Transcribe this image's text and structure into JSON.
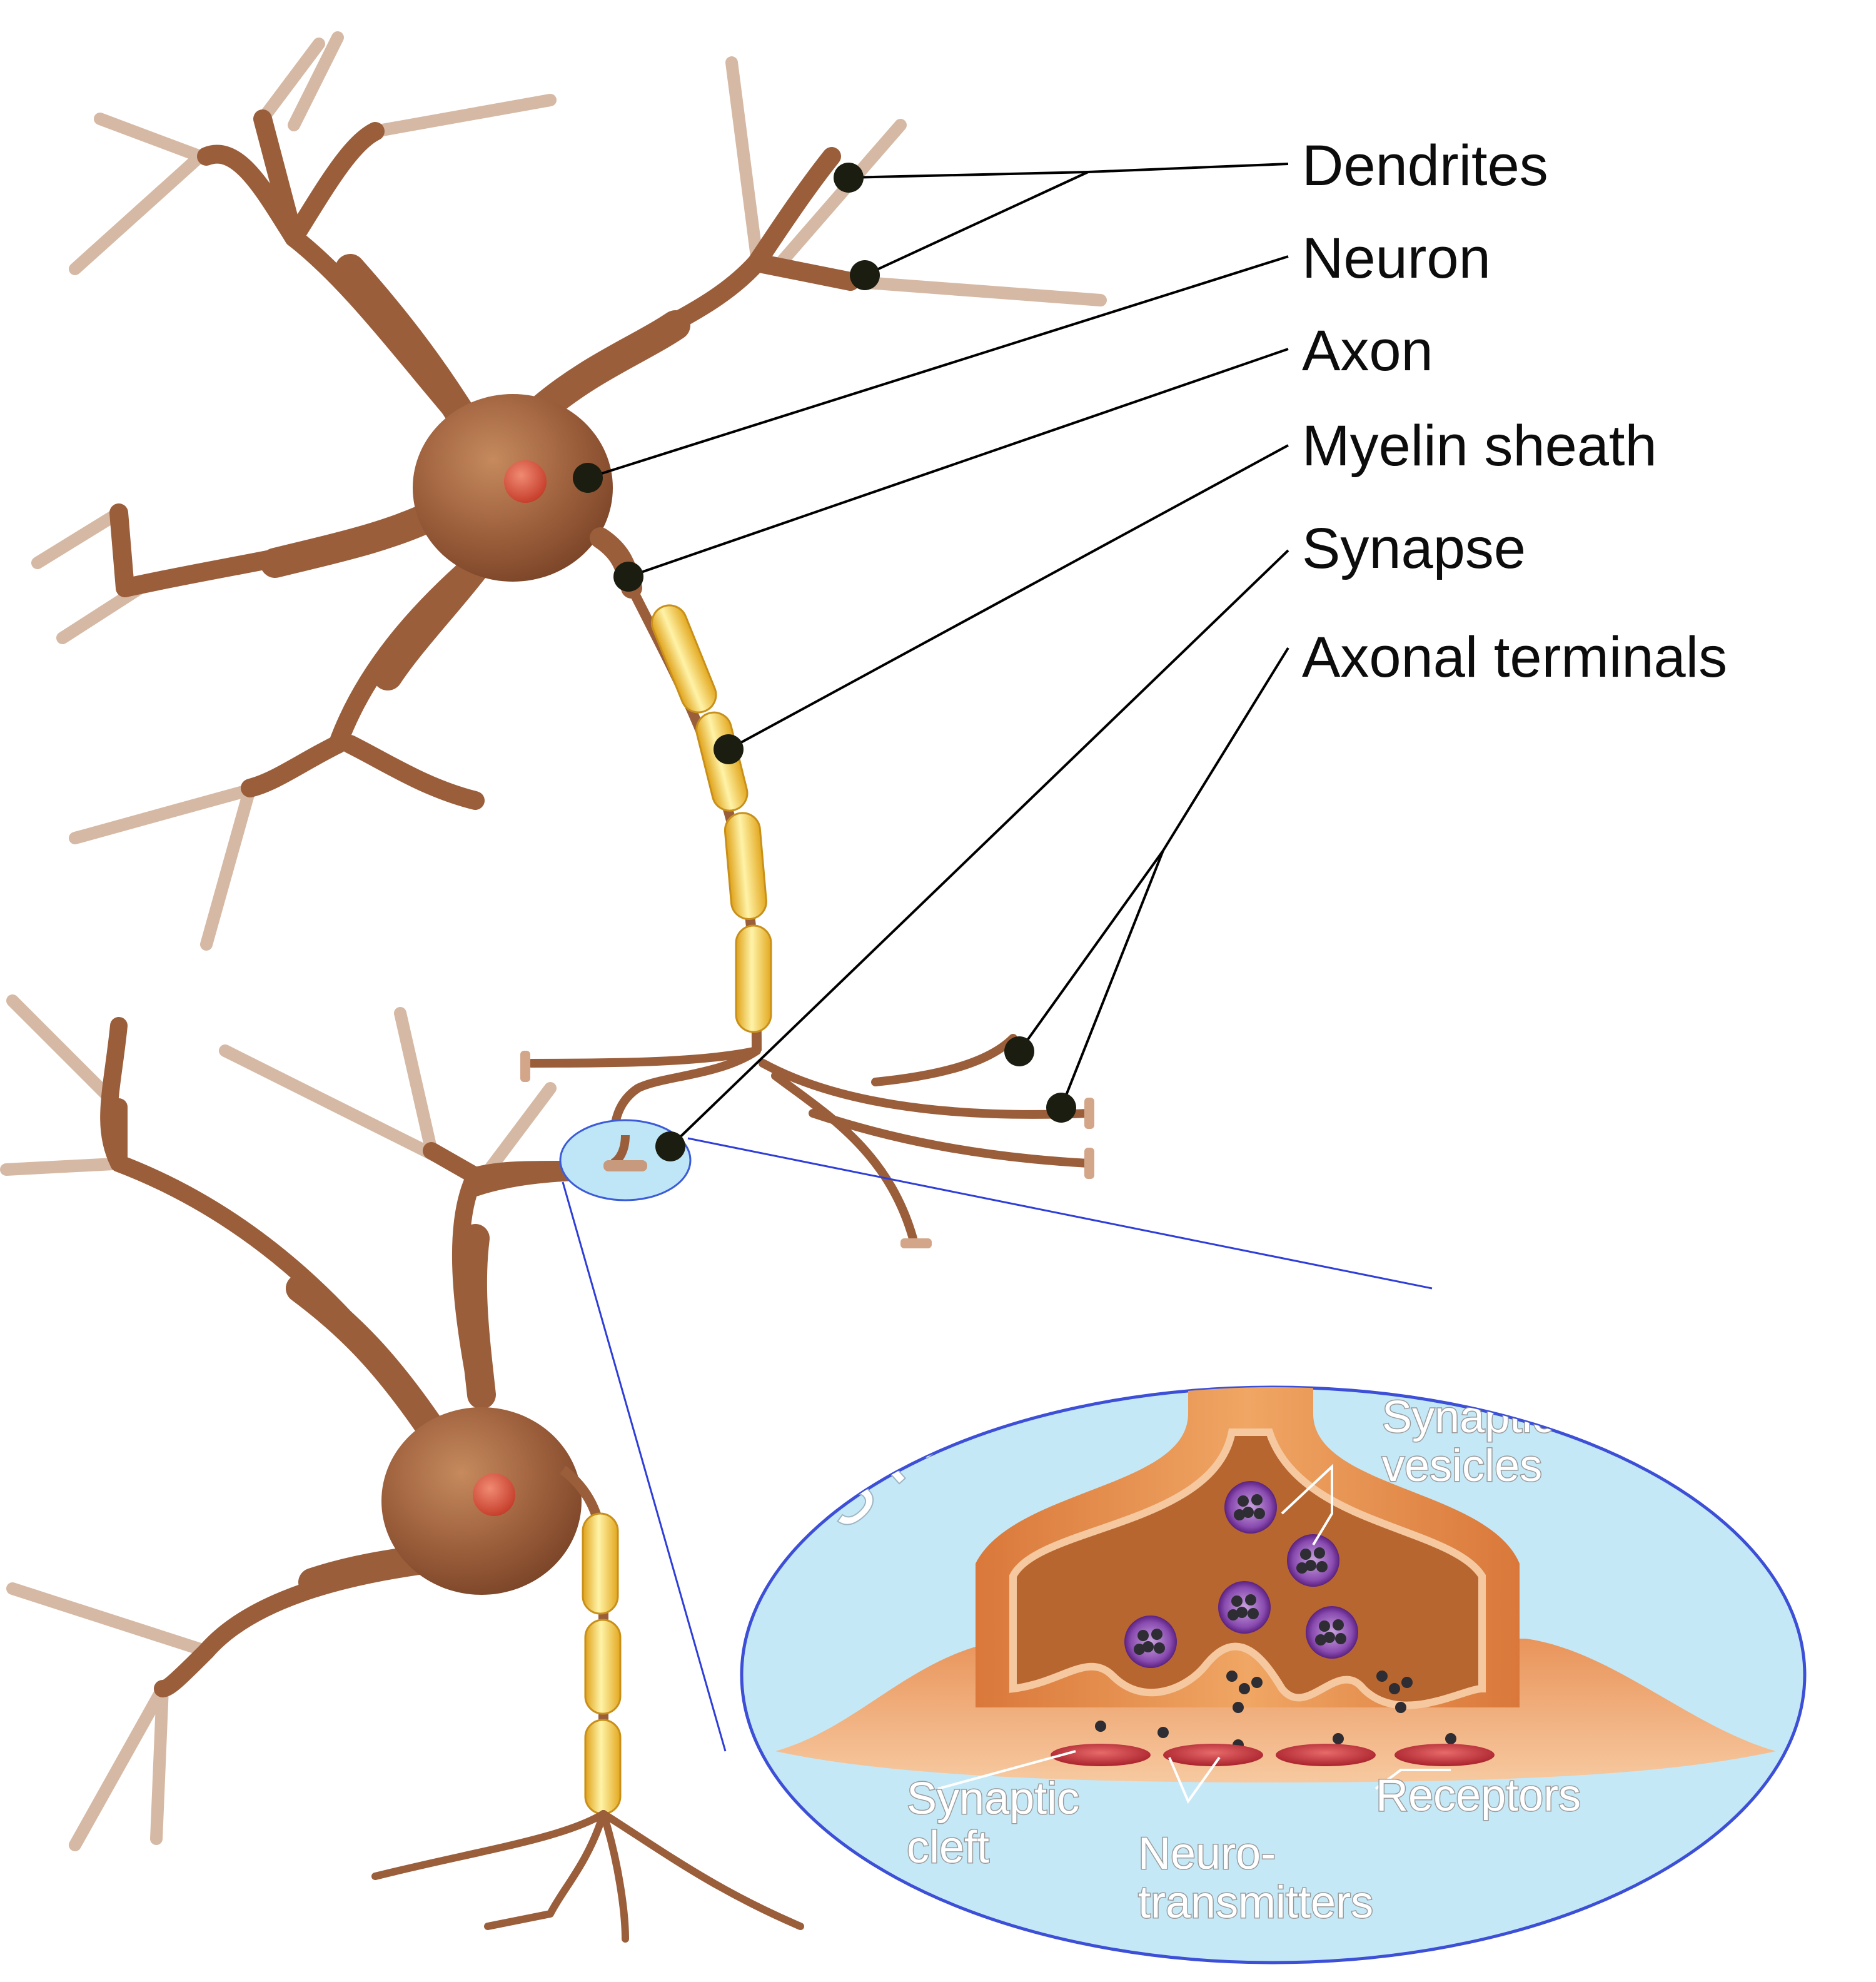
{
  "labels": {
    "dendrites": "Dendrites",
    "neuron": "Neuron",
    "axon": "Axon",
    "myelin_sheath": "Myelin sheath",
    "synapse": "Synapse",
    "axonal_terminals": "Axonal terminals"
  },
  "inset": {
    "title": "SYNAPSE",
    "synaptic_vesicles_line1": "Synaptic",
    "synaptic_vesicles_line2": "vesicles",
    "synaptic_cleft_line1": "Synaptic",
    "synaptic_cleft_line2": "cleft",
    "neurotransmitters_line1": "Neuro-",
    "neurotransmitters_line2": "transmitters",
    "receptors": "Receptors"
  },
  "colors": {
    "neuron_brown": "#9b5e3b",
    "myelin_yellow": "#f5c842",
    "inset_blue": "#c5e6f5",
    "terminal_orange": "#e48b46",
    "receptor_red": "#c7343b",
    "vesicle_purple": "#6a2a8c",
    "nucleus_red": "#d9553f"
  }
}
